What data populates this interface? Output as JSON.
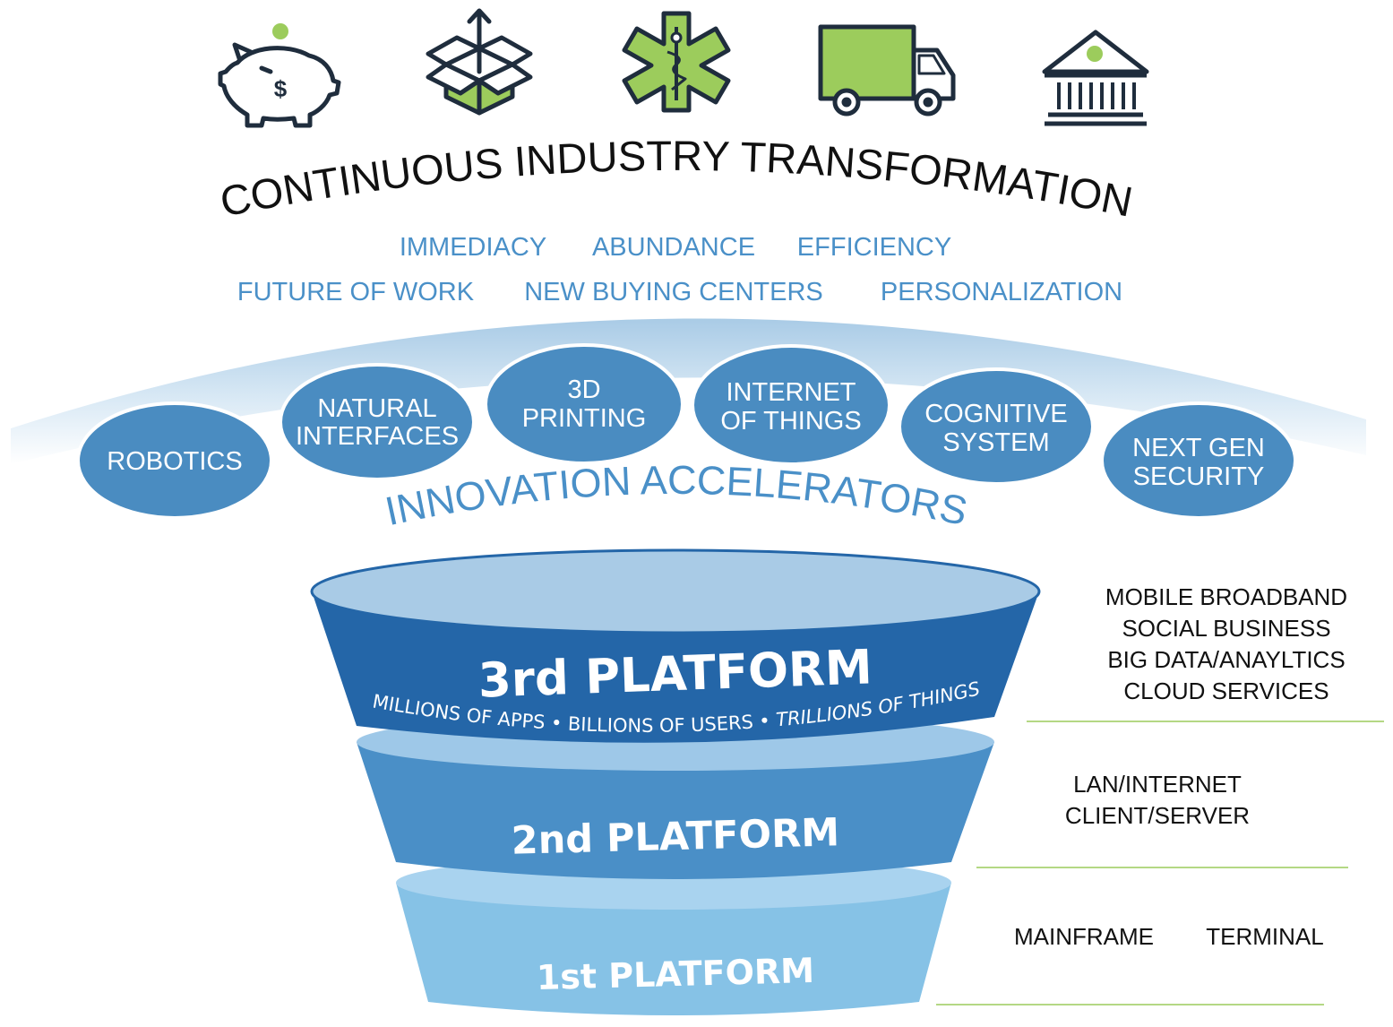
{
  "colors": {
    "dark_navy": "#1f2d3d",
    "green": "#9ccc5c",
    "accent_blue": "#4a90c8",
    "bubble_blue": "#4a8cc1",
    "platform_dark": "#2466a8",
    "platform_mid": "#4a8fc7",
    "platform_light": "#86c2e6",
    "rule_green": "#9ccc5c"
  },
  "industry_icons": [
    {
      "name": "piggy-bank-icon"
    },
    {
      "name": "open-box-icon"
    },
    {
      "name": "medical-star-icon"
    },
    {
      "name": "delivery-truck-icon"
    },
    {
      "name": "bank-building-icon"
    }
  ],
  "transformation": {
    "title": "CONTINUOUS INDUSTRY TRANSFORMATION",
    "row1": [
      "IMMEDIACY",
      "ABUNDANCE",
      "EFFICIENCY"
    ],
    "row2": [
      "FUTURE OF WORK",
      "NEW BUYING CENTERS",
      "PERSONALIZATION"
    ]
  },
  "accelerators": {
    "title": "INNOVATION ACCELERATORS",
    "bubbles": [
      {
        "lines": [
          "ROBOTICS"
        ]
      },
      {
        "lines": [
          "NATURAL",
          "INTERFACES"
        ]
      },
      {
        "lines": [
          "3D",
          "PRINTING"
        ]
      },
      {
        "lines": [
          "INTERNET",
          "OF THINGS"
        ]
      },
      {
        "lines": [
          "COGNITIVE",
          "SYSTEM"
        ]
      },
      {
        "lines": [
          "NEXT GEN",
          "SECURITY"
        ]
      }
    ]
  },
  "platforms": {
    "third": {
      "title": "3rd PLATFORM",
      "subtitle_parts": [
        "MILLIONS OF APPS • BILLIONS OF USERS • ",
        "TRILLIONS OF THINGS"
      ]
    },
    "second": {
      "title": "2nd PLATFORM"
    },
    "first": {
      "title": "1st PLATFORM"
    }
  },
  "side_labels": {
    "third": [
      "MOBILE BROADBAND",
      "SOCIAL BUSINESS",
      "BIG DATA/ANAYLTICS",
      "CLOUD SERVICES"
    ],
    "second": [
      "LAN/INTERNET",
      "CLIENT/SERVER"
    ],
    "first": [
      "MAINFRAME",
      "TERMINAL"
    ]
  }
}
